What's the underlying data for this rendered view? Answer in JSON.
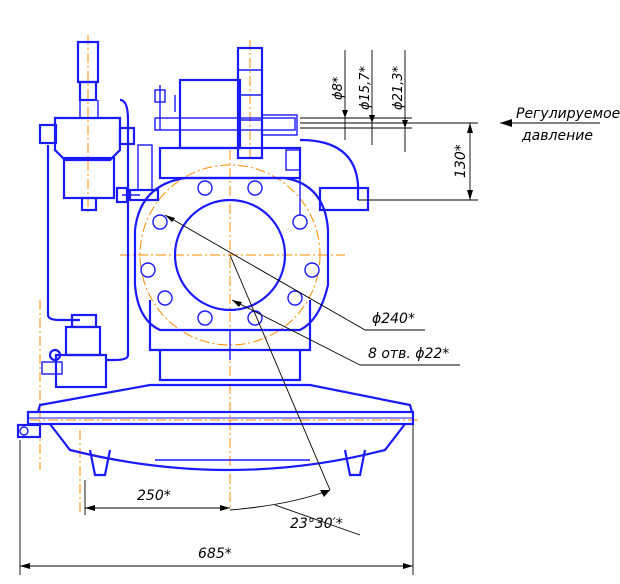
{
  "title": "",
  "dimensions": {
    "d8": "ϕ8*",
    "d15_7": "ϕ15,7*",
    "d21_3": "ϕ21,3*",
    "h130": "130*",
    "d240": "ϕ240*",
    "holes": "8 отв. ϕ22*",
    "w250": "250*",
    "angle": "23°30′*",
    "w685": "685*"
  },
  "annotations": {
    "regulated_line1": "Регулируемое",
    "regulated_line2": "давление"
  },
  "colors": {
    "outline": "#1a1aff",
    "centerline": "#ff8c00",
    "dimension": "#000000"
  }
}
